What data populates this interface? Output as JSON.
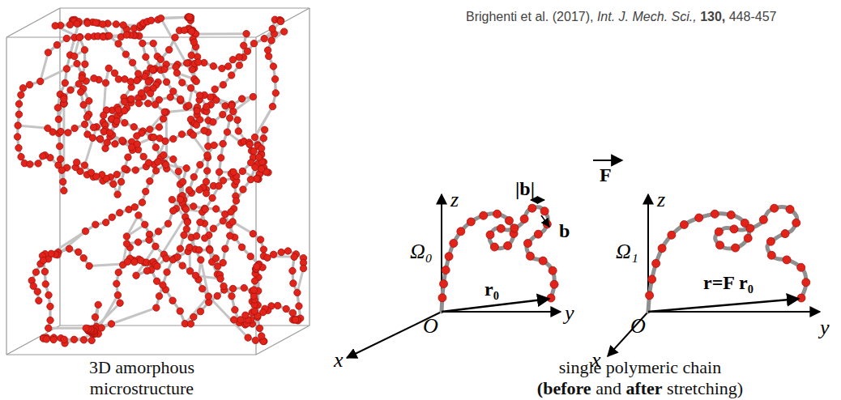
{
  "diagram": {
    "labels": [
      "Brighenti et al. (2017), Int. J. Mech. Sci., 130, 448-457",
      "3D amorphous microstructure",
      "single polymeric chain (before and after stretching)",
      "z",
      "y",
      "x",
      "O",
      "Ω₀",
      "|b|",
      "b",
      "r₀",
      "F",
      "z",
      "y",
      "x",
      "O",
      "Ω₁",
      "r=F r₀"
    ]
  }
}
